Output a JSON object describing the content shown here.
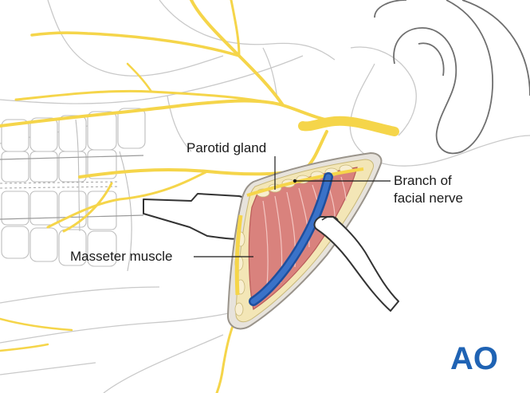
{
  "labels": {
    "parotid_gland": "Parotid gland",
    "branch_line1": "Branch of",
    "branch_line2": "facial nerve",
    "masseter_muscle": "Masseter muscle"
  },
  "logo": {
    "text": "AO"
  },
  "icons": {
    "logo": "ao-logo-icon",
    "retractor": "retractor-icon"
  },
  "colors": {
    "nerve": "#f5d54a",
    "nerve_outline": "#e5c22e",
    "muscle": "#d9827d",
    "muscle_dark": "#b85a58",
    "vessel": "#2f63b8",
    "fat": "#f3e6b6",
    "skin_edge": "#d3cfc8",
    "bone_line": "#cfcfcf",
    "logo": "#1f63b4"
  }
}
